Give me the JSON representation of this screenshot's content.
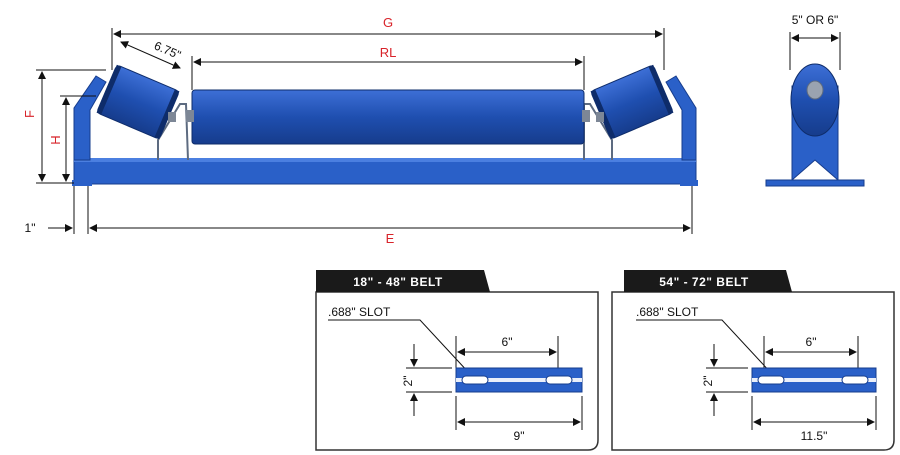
{
  "diagram": {
    "dimensions": {
      "g": "G",
      "rl": "RL",
      "roll_width": "6.75\"",
      "f": "F",
      "h": "H",
      "e": "E",
      "offset": "1\"",
      "side_width": "5\" OR 6\""
    },
    "details": [
      {
        "tab_label": "18\" - 48\" BELT",
        "slot_label": ".688\" SLOT",
        "height": "2\"",
        "slot_spacing": "6\"",
        "overall_length": "9\""
      },
      {
        "tab_label": "54\" - 72\" BELT",
        "slot_label": ".688\" SLOT",
        "height": "2\"",
        "slot_spacing": "6\"",
        "overall_length": "11.5\""
      }
    ]
  },
  "colors": {
    "roll_blue": "#1f4fb0",
    "frame_blue": "#2a60c8",
    "dimension_red": "#d8232a",
    "tab_black": "#1a1a1a"
  }
}
